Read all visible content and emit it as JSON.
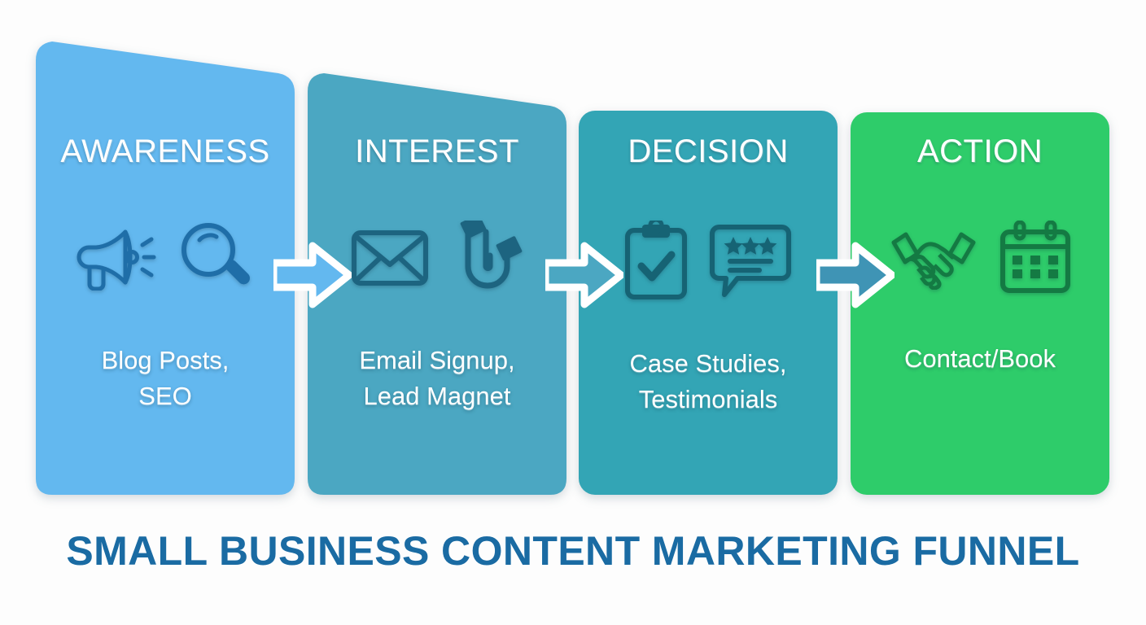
{
  "title": "SMALL BUSINESS CONTENT MARKETING FUNNEL",
  "colors": {
    "stage_1_bg": "#63b8ef",
    "stage_2_bg": "#4ba7c2",
    "stage_3_bg": "#33a5b5",
    "stage_4_bg": "#2ecc6a",
    "stage_1_icon": "#1f6ea8",
    "stage_2_icon": "#1d6480",
    "stage_3_icon": "#166374",
    "stage_4_icon": "#147a43",
    "title_text": "#1a6ba3",
    "stage_text": "#ffffff",
    "arrow_outline": "#ffffff"
  },
  "stages": [
    {
      "id": "awareness",
      "label": "AWARENESS",
      "description": "Blog Posts,\nSEO",
      "icons": [
        "megaphone-icon",
        "magnifier-icon"
      ],
      "bg": "#63b8ef"
    },
    {
      "id": "interest",
      "label": "INTEREST",
      "description": "Email Signup,\nLead Magnet",
      "icons": [
        "envelope-icon",
        "magnet-icon"
      ],
      "bg": "#4ba7c2"
    },
    {
      "id": "decision",
      "label": "DECISION",
      "description": "Case Studies,\nTestimonials",
      "icons": [
        "clipboard-check-icon",
        "review-stars-bubble-icon"
      ],
      "bg": "#33a5b5"
    },
    {
      "id": "action",
      "label": "ACTION",
      "description": "Contact/Book",
      "icons": [
        "handshake-icon",
        "calendar-icon"
      ],
      "bg": "#2ecc6a"
    }
  ],
  "connectors": [
    {
      "id": "connector-1",
      "from": "awareness",
      "to": "interest",
      "icon": "arrow-right-icon",
      "fill": "#63b8ef"
    },
    {
      "id": "connector-2",
      "from": "interest",
      "to": "decision",
      "icon": "arrow-right-icon",
      "fill": "#4ba7c2"
    },
    {
      "id": "connector-3",
      "from": "decision",
      "to": "action",
      "icon": "arrow-right-icon",
      "fill": "#3f94b5"
    }
  ]
}
